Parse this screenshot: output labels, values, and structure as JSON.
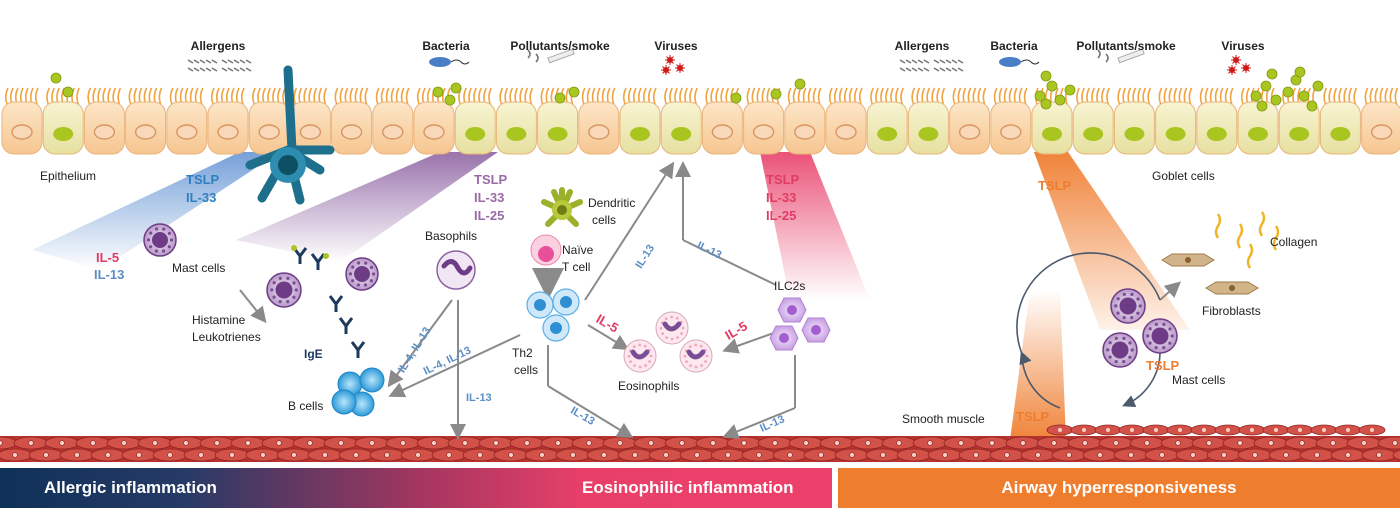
{
  "triggers": {
    "allergens_1": "Allergens",
    "bacteria_1": "Bacteria",
    "pollutants_1": "Pollutants/smoke",
    "viruses_1": "Viruses",
    "allergens_2": "Allergens",
    "bacteria_2": "Bacteria",
    "pollutants_2": "Pollutants/smoke",
    "viruses_2": "Viruses"
  },
  "labels": {
    "epithelium": "Epithelium",
    "mast_cells_left": "Mast cells",
    "histamine": "Histamine",
    "leukotrienes": "Leukotrienes",
    "ige": "IgE",
    "b_cells": "B cells",
    "basophils": "Basophils",
    "dendritic_1": "Dendritic",
    "dendritic_2": "cells",
    "naive_1": "Naïve",
    "naive_2": "T cell",
    "th2_1": "Th2",
    "th2_2": "cells",
    "eosinophils": "Eosinophils",
    "ilc2s": "ILC2s",
    "goblet_cells": "Goblet cells",
    "collagen": "Collagen",
    "fibroblasts": "Fibroblasts",
    "mast_cells_right": "Mast cells",
    "smooth_muscle": "Smooth muscle"
  },
  "cytokines": {
    "tslp_a": "TSLP",
    "il33_a": "IL-33",
    "il5_a": "IL-5",
    "il13_a": "IL-13",
    "tslp_b": "TSLP",
    "il33_b": "IL-33",
    "il25_b": "IL-25",
    "tslp_c": "TSLP",
    "il33_c": "IL-33",
    "il25_c": "IL-25",
    "il13_th2_up": "IL-13",
    "il13_ilc_up": "IL-13",
    "il4il13_baso": "IL-4, IL-13",
    "il4il13_th2": "IL-4, IL-13",
    "il5_th2": "IL-5",
    "il5_ilc": "IL-5",
    "il13_baso_down": "IL-13",
    "il13_th2_down": "IL-13",
    "il13_ilc_down": "IL-13",
    "tslp_goblet": "TSLP",
    "tslp_mast": "TSLP",
    "tslp_muscle": "TSLP"
  },
  "bottom_bar": {
    "allergic": "Allergic inflammation",
    "eosinophilic": "Eosinophilic inflammation",
    "ahr": "Airway hyperresponsiveness"
  },
  "colors": {
    "navy": "#0f3158",
    "pink": "#e83f69",
    "orange": "#ef7d2e",
    "blue_text": "#2f7fc1",
    "purple_text": "#9a6aa6",
    "red_text": "#e03c63",
    "light_blue_text": "#5b8fc4"
  }
}
